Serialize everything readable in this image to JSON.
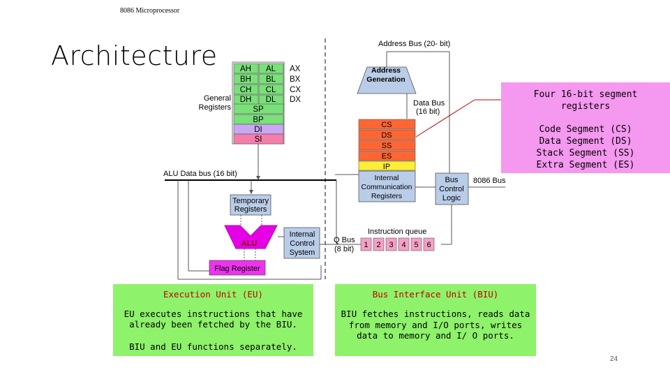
{
  "header": {
    "small_label": "8086 Microprocessor"
  },
  "slide": {
    "title": "Architecture",
    "page_number": "24"
  },
  "diagram": {
    "registers": {
      "general_label_1": "General",
      "general_label_2": "Registers",
      "rows": [
        {
          "high": "AH",
          "low": "AL",
          "pair": "AX"
        },
        {
          "high": "BH",
          "low": "BL",
          "pair": "BX"
        },
        {
          "high": "CH",
          "low": "CL",
          "pair": "CX"
        },
        {
          "high": "DH",
          "low": "DL",
          "pair": "DX"
        }
      ],
      "pointers": [
        "SP",
        "BP",
        "DI",
        "SI"
      ]
    },
    "segments": [
      "CS",
      "DS",
      "SS",
      "ES",
      "IP"
    ],
    "address_bus": "Address Bus (20- bit)",
    "address_generation_1": "Address",
    "address_generation_2": "Generation",
    "data_bus_1": "Data Bus",
    "data_bus_2": "(16 bit)",
    "alu_data_bus": "ALU Data bus (16 bit)",
    "internal_comm_1": "Internal",
    "internal_comm_2": "Communication",
    "internal_comm_3": "Registers",
    "bus_control_1": "Bus",
    "bus_control_2": "Control",
    "bus_control_3": "Logic",
    "bus_8086": "8086 Bus",
    "temp_reg_1": "Temporary",
    "temp_reg_2": "Registers",
    "alu": "ALU",
    "flag_register": "Flag Register",
    "internal_control_1": "Internal",
    "internal_control_2": "Control",
    "internal_control_3": "System",
    "q_bus_1": "Q Bus",
    "q_bus_2": "(8 bit)",
    "instruction_queue": "Instruction queue",
    "queue_slots": [
      "1",
      "2",
      "3",
      "4",
      "5",
      "6"
    ]
  },
  "callout": {
    "line1": "Four 16-bit segment",
    "line2": "registers",
    "items": [
      "Code Segment (CS)",
      "Data Segment (DS)",
      "Stack Segment (SS)",
      "Extra Segment (ES)"
    ]
  },
  "eu_box": {
    "title": "Execution Unit (EU)",
    "text_1": "EU executes instructions that have",
    "text_2": "already been fetched by the BIU.",
    "text_3": "BIU and EU functions separately."
  },
  "biu_box": {
    "title": "Bus Interface Unit (BIU)",
    "text_1": "BIU fetches instructions, reads data",
    "text_2": "from memory and I/O ports, writes",
    "text_3": "data to memory and I/ O ports."
  },
  "colors": {
    "reg_green": "#7ae07a",
    "reg_violet": "#c9a8f2",
    "reg_pink": "#f47eaa",
    "seg_orange": "#ff6633",
    "seg_ip": "#ffee33",
    "box_blue": "#b9cce8",
    "queue_pink": "#f6a0c6",
    "alu_magenta": "#e600e6",
    "callout_pink": "#f598ef",
    "note_green": "#8ef26b"
  }
}
